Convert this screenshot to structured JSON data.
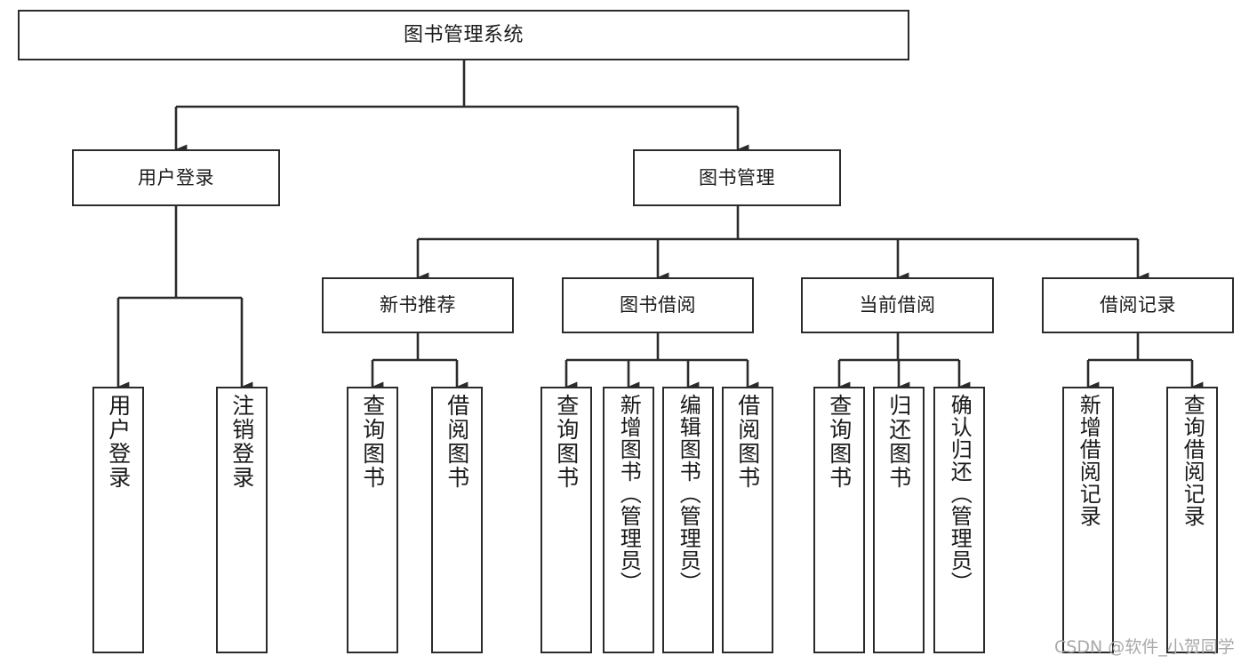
{
  "diagram": {
    "type": "tree-hierarchy",
    "title": "图书管理系统",
    "root": {
      "id": "root",
      "label": "图书管理系统"
    },
    "level2": [
      {
        "id": "user-login",
        "label": "用户登录"
      },
      {
        "id": "book-manage",
        "label": "图书管理"
      }
    ],
    "level3": [
      {
        "id": "new-book-rec",
        "label": "新书推荐",
        "parent": "book-manage"
      },
      {
        "id": "book-borrow",
        "label": "图书借阅",
        "parent": "book-manage"
      },
      {
        "id": "current-borrow",
        "label": "当前借阅",
        "parent": "book-manage"
      },
      {
        "id": "borrow-record",
        "label": "借阅记录",
        "parent": "book-manage"
      }
    ],
    "leaves": [
      {
        "id": "leaf-user-login",
        "label": "用户登录",
        "parent": "user-login"
      },
      {
        "id": "leaf-logout",
        "label": "注销登录",
        "parent": "user-login"
      },
      {
        "id": "leaf-query-book-rec",
        "label": "查询图书",
        "parent": "new-book-rec"
      },
      {
        "id": "leaf-borrow-book-rec",
        "label": "借阅图书",
        "parent": "new-book-rec"
      },
      {
        "id": "leaf-query-book-borrow",
        "label": "查询图书",
        "parent": "book-borrow"
      },
      {
        "id": "leaf-add-book",
        "label": "新增图书（管理员）",
        "parent": "book-borrow"
      },
      {
        "id": "leaf-edit-book",
        "label": "编辑图书（管理员）",
        "parent": "book-borrow"
      },
      {
        "id": "leaf-borrow-book",
        "label": "借阅图书",
        "parent": "book-borrow"
      },
      {
        "id": "leaf-query-book-cur",
        "label": "查询图书",
        "parent": "current-borrow"
      },
      {
        "id": "leaf-return-book",
        "label": "归还图书",
        "parent": "current-borrow"
      },
      {
        "id": "leaf-confirm-return",
        "label": "确认归还（管理员）",
        "parent": "current-borrow"
      },
      {
        "id": "leaf-add-record",
        "label": "新增借阅记录",
        "parent": "borrow-record"
      },
      {
        "id": "leaf-query-record",
        "label": "查询借阅记录",
        "parent": "borrow-record"
      }
    ]
  },
  "watermark": {
    "text": "CSDN @软件_小贺同学"
  },
  "colors": {
    "stroke": "#2b2b2b",
    "background": "#ffffff",
    "text": "#1a1a1a",
    "watermark": "#a9a9a9"
  }
}
